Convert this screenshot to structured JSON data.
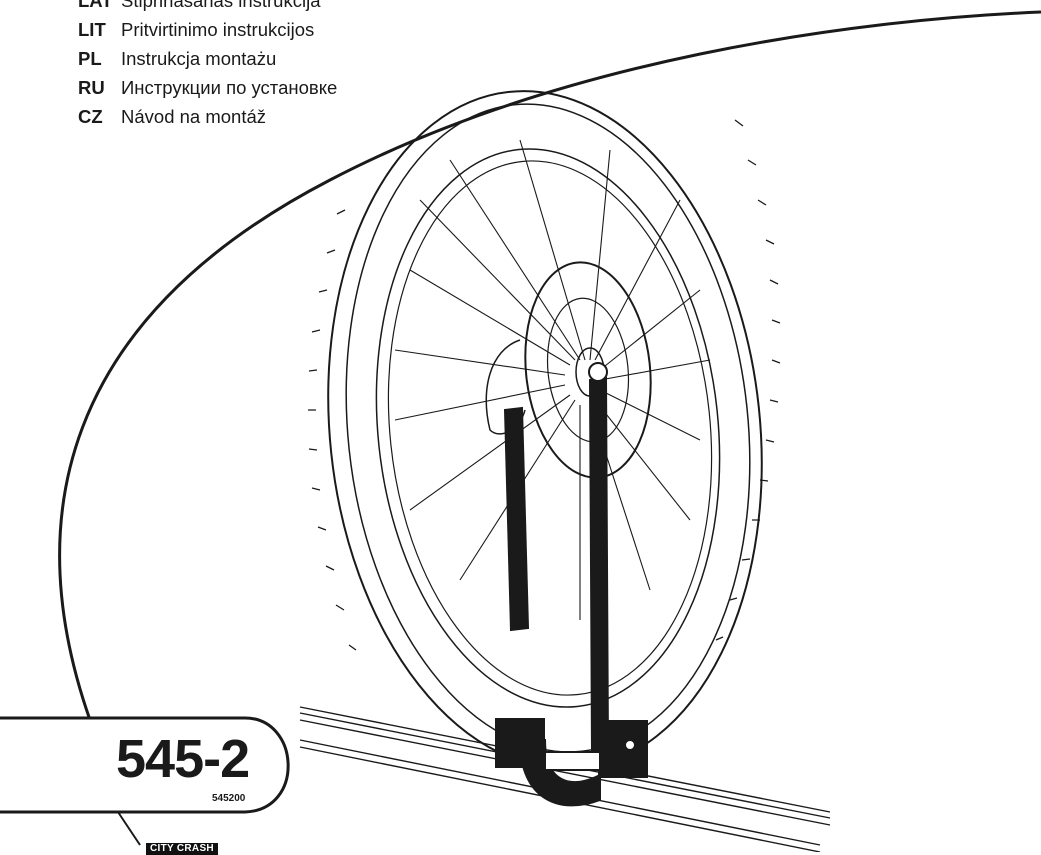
{
  "languages": [
    {
      "code": "LAT",
      "label": "Stiprināšanas instrukcija"
    },
    {
      "code": "LIT",
      "label": "Pritvirtinimo instrukcijos"
    },
    {
      "code": "PL",
      "label": "Instrukcja montażu"
    },
    {
      "code": "RU",
      "label": "Инструкции по установке"
    },
    {
      "code": "CZ",
      "label": "Návod na montáž"
    }
  ],
  "product": {
    "model_number": "545-2",
    "article_number": "545200"
  },
  "brand_tag": "CITY CRASH",
  "colors": {
    "ink": "#1a1a1a",
    "background": "#ffffff"
  }
}
